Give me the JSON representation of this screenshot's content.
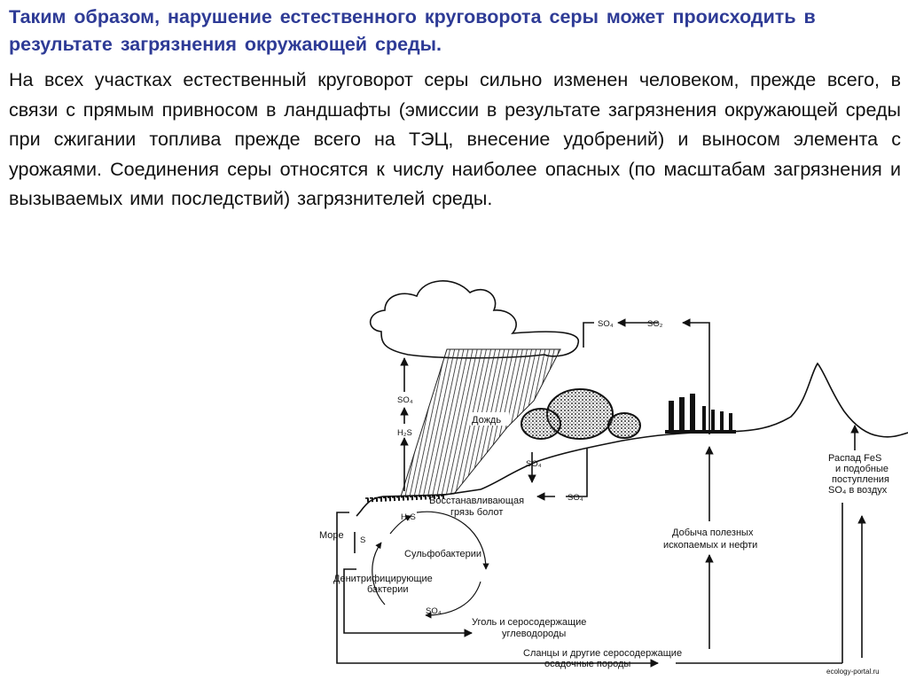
{
  "title": "Таким образом, нарушение естественного круговорота серы может происходить в результате загрязнения окружающей среды.",
  "body": "На всех участках естественный круговорот серы сильно изменен человеком, прежде всего, в связи с прямым привносом в ландшафты (эмиссии в результате загрязнения окружающей среды при сжигании топлива прежде всего на ТЭЦ, внесение удобрений) и выносом элемента с урожаями. Соединения серы относятся к числу наиболее опасных (по масштабам загрязнения и вызываемых ими последствий) загрязнителей среды.",
  "diagram": {
    "so4_cloud": "SO₄",
    "so2_cloud": "SO₂",
    "so4_left": "SO₄",
    "h2s_left": "H₂S",
    "rain": "Дождь",
    "so4_slope": "SO₄",
    "so4_lower": "SO₄",
    "marsh_line1": "Восстанавливающая",
    "marsh_line2": "грязь болот",
    "h2s_cycle": "H₂S",
    "sea": "Море",
    "s_cycle": "S",
    "sulfobacteria": "Сульфобактерии",
    "denitrifying_line1": "Денитрифицирующие",
    "denitrifying_line2": "бактерии",
    "so4_cycle": "SO₄",
    "mining_line1": "Добыча полезных",
    "mining_line2": "ископаемых и нефти",
    "fes_line1": "Распад FeS",
    "fes_line2": "и подобные",
    "fes_line3": "поступления",
    "fes_line4": "SO₄ в воздух",
    "coal_line1": "Уголь и серосодержащие",
    "coal_line2": "углеводороды",
    "shale_line1": "Сланцы и другие серосодержащие",
    "shale_line2": "осадочные породы",
    "watermark": "ecology-portal.ru"
  }
}
